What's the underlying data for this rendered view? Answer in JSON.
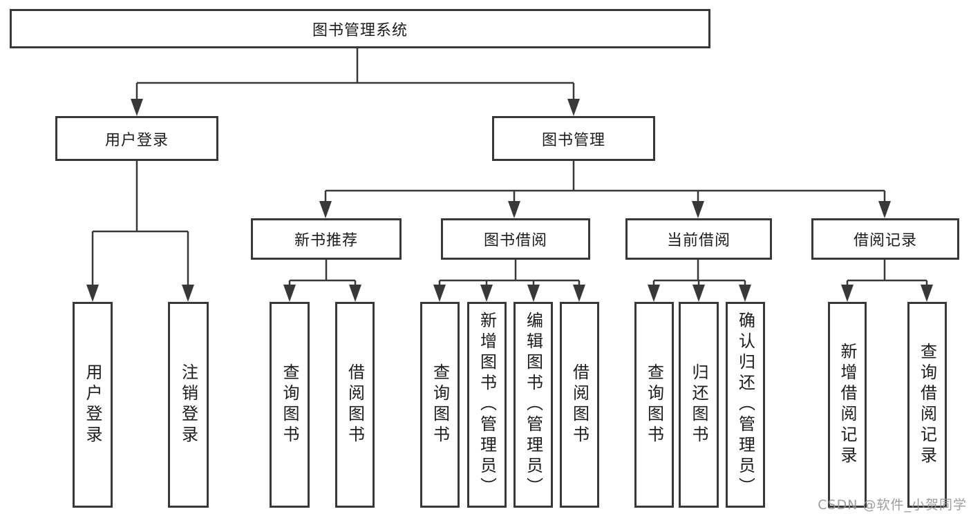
{
  "diagram": {
    "title": "图书管理系统",
    "level2": [
      "用户登录",
      "图书管理"
    ],
    "level3": [
      "新书推荐",
      "图书借阅",
      "当前借阅",
      "借阅记录"
    ],
    "leaves": {
      "user_login": [
        "用户登录",
        "注销登录"
      ],
      "new_book_rec": [
        "查询图书",
        "借阅图书"
      ],
      "book_borrow": [
        "查询图书",
        "新增图书（管理员）",
        "编辑图书（管理员）",
        "借阅图书"
      ],
      "current_borrow": [
        "查询图书",
        "归还图书",
        "确认归还（管理员）"
      ],
      "borrow_record": [
        "新增借阅记录",
        "查询借阅记录"
      ]
    },
    "watermark": "CSDN @软件_小贺同学",
    "colors": {
      "line": "#383838",
      "text": "#1c1c1c",
      "watermark": "#949494",
      "background": "#ffffff"
    }
  }
}
